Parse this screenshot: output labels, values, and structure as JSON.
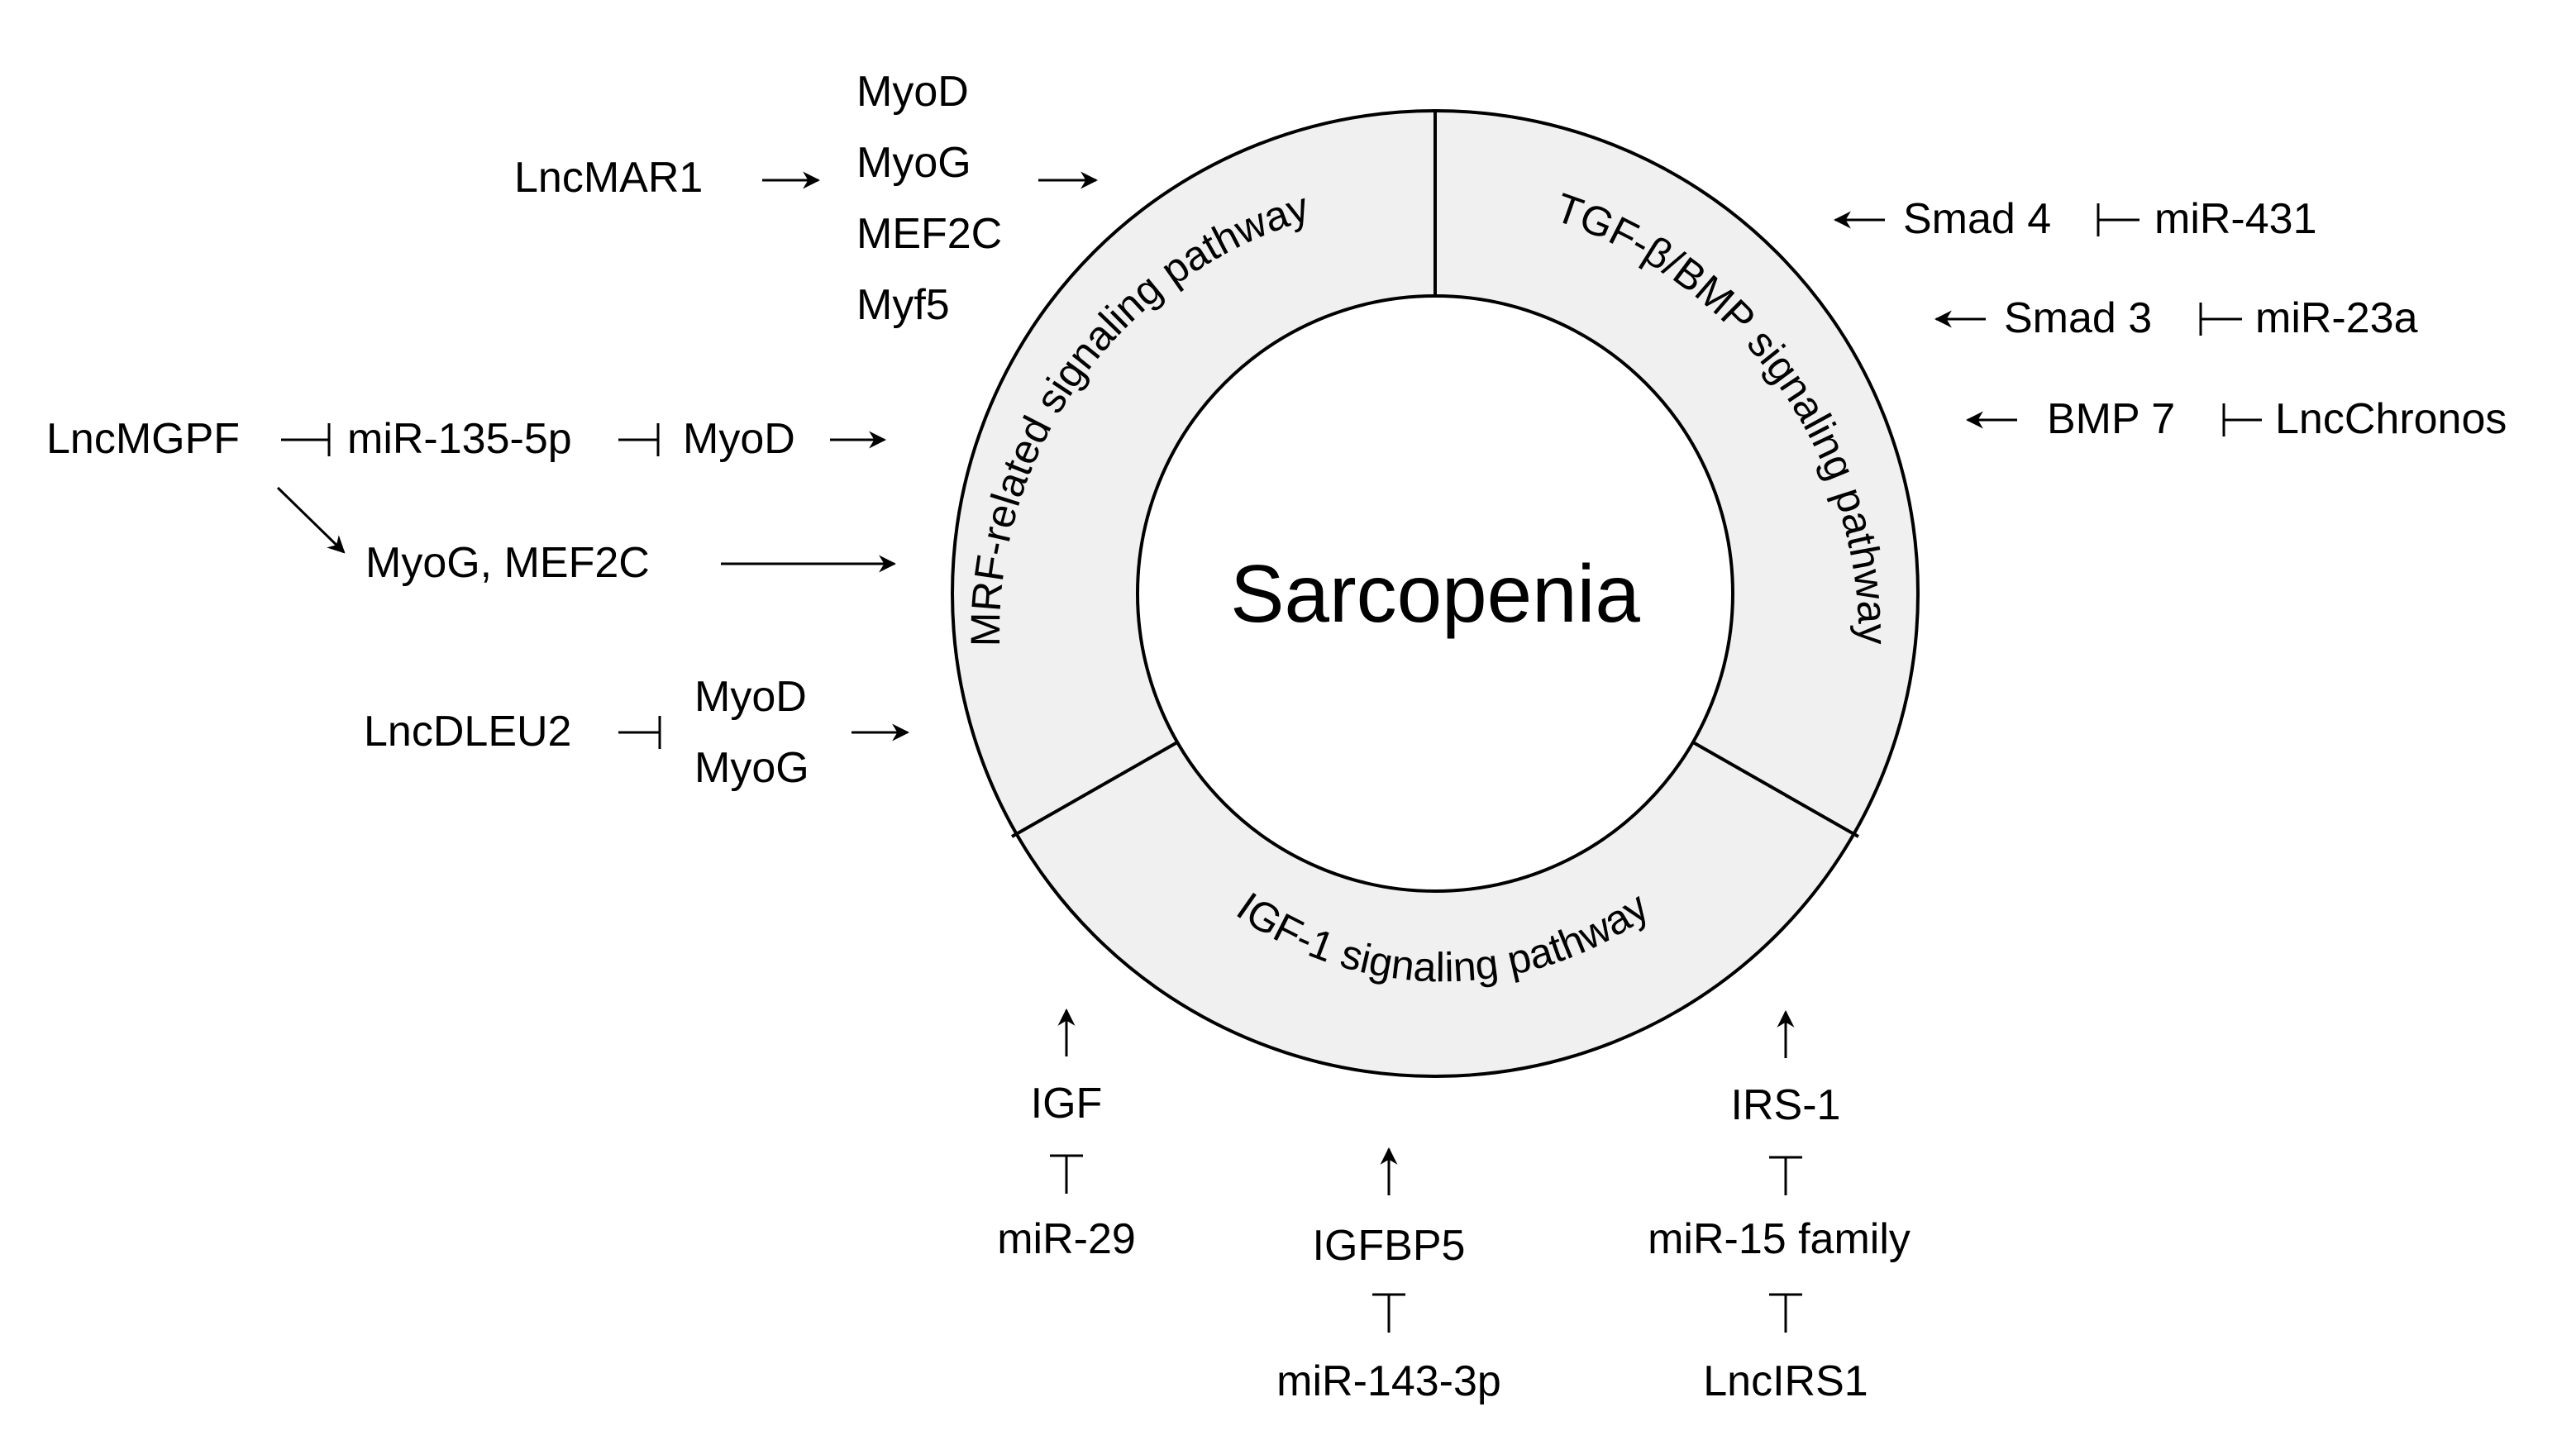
{
  "center_label": "Sarcopenia",
  "pathways": {
    "mrf": "MRF-related signaling pathway",
    "tgf": "TGF-β/BMP signaling pathway",
    "igf": "IGF-1 signaling pathway"
  },
  "left": {
    "lncmar1": "LncMAR1",
    "mrf_list": [
      "MyoD",
      "MyoG",
      "MEF2C",
      "Myf5"
    ],
    "lncmgpf": "LncMGPF",
    "mir135": "miR-135-5p",
    "myod": "MyoD",
    "myog_mef2c": "MyoG, MEF2C",
    "lncdleu2": "LncDLEU2",
    "dleu2_targets": [
      "MyoD",
      "MyoG"
    ]
  },
  "right": {
    "smad4": "Smad 4",
    "mir431": "miR-431",
    "smad3": "Smad 3",
    "mir23a": "miR-23a",
    "bmp7": "BMP 7",
    "lncchronos": "LncChronos"
  },
  "bottom": {
    "igf": "IGF",
    "mir29": "miR-29",
    "igfbp5": "IGFBP5",
    "mir143": "miR-143-3p",
    "irs1": "IRS-1",
    "mir15": "miR-15 family",
    "lncirs1": "LncIRS1"
  },
  "colors": {
    "ring_fill": "#f0f0f0",
    "line": "#000000",
    "text": "#000000"
  }
}
